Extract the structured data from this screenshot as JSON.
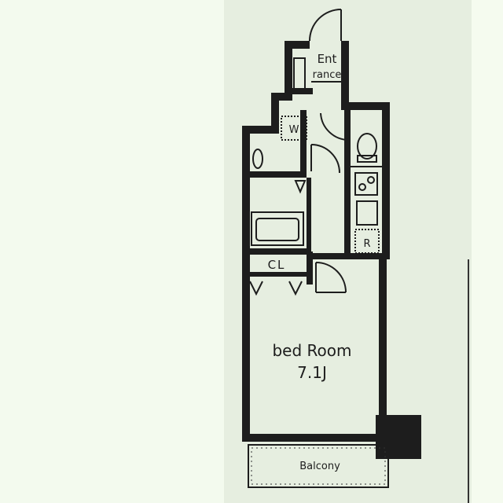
{
  "floorplan": {
    "labels": {
      "entrance_line1": "Ent",
      "entrance_line2": "rance",
      "washer": "W",
      "refrigerator": "R",
      "closet": "CL",
      "bedroom_name": "bed Room",
      "bedroom_size": "7.1J",
      "balcony": "Balcony"
    },
    "colors": {
      "paper": "#e6eee0",
      "wall": "#1d1d1d",
      "background": "#f5fbef"
    }
  }
}
